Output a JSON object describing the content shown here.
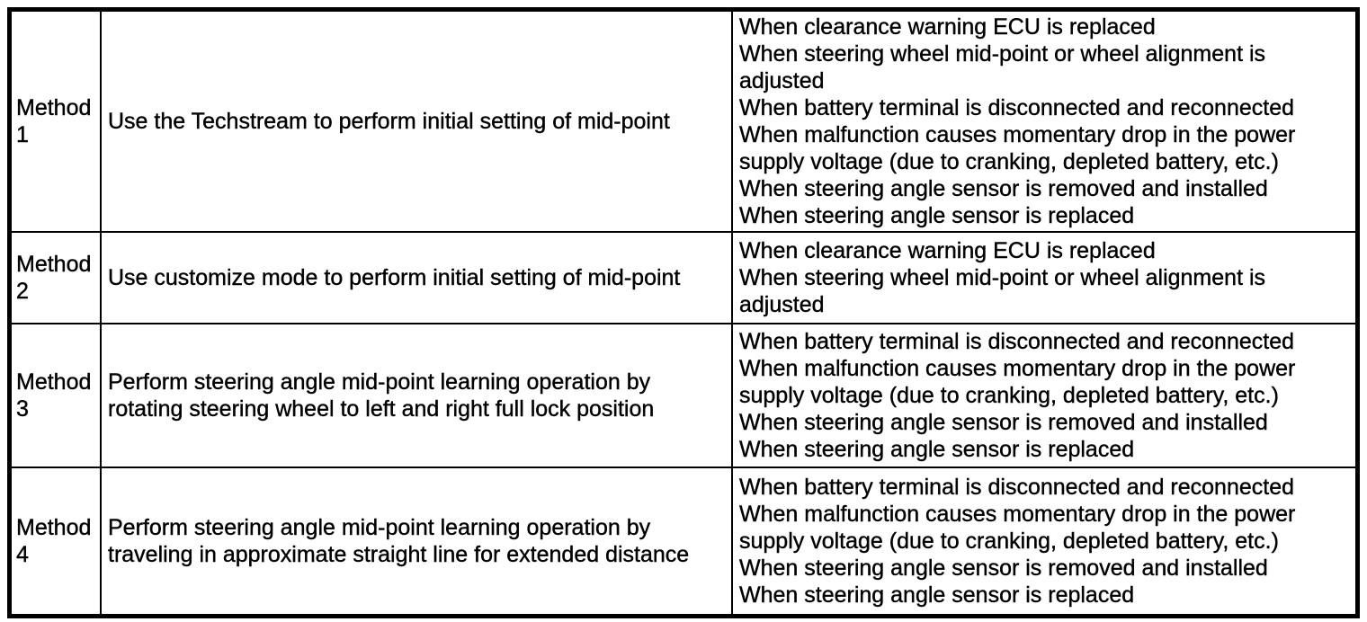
{
  "colors": {
    "border": "#000000",
    "background": "#ffffff",
    "text": "#000000"
  },
  "table": {
    "name": "steering-angle-mid-point-setting-methods",
    "rows": [
      {
        "method": "Method 1",
        "description": "Use the Techstream to perform initial setting of mid-point",
        "conditions": [
          "When clearance warning ECU is replaced",
          "When steering wheel mid-point or wheel alignment is adjusted",
          "When battery terminal is disconnected and reconnected",
          "When malfunction causes momentary drop in the power supply voltage (due to cranking, depleted battery, etc.)",
          "When steering angle sensor is removed and installed",
          "When steering angle sensor is replaced"
        ]
      },
      {
        "method": "Method 2",
        "description": "Use customize mode to perform initial setting of mid-point",
        "conditions": [
          "When clearance warning ECU is replaced",
          "When steering wheel mid-point or wheel alignment is adjusted"
        ]
      },
      {
        "method": "Method 3",
        "description": "Perform steering angle mid-point learning operation by rotating steering wheel to left and right full lock position",
        "conditions": [
          "When battery terminal is disconnected and reconnected",
          "When malfunction causes momentary drop in the power supply voltage (due to cranking, depleted battery, etc.)",
          "When steering angle sensor is removed and installed",
          "When steering angle sensor is replaced"
        ]
      },
      {
        "method": "Method 4",
        "description": "Perform steering angle mid-point learning operation by traveling in approximate straight line for extended distance",
        "conditions": [
          "When battery terminal is disconnected and reconnected",
          "When malfunction causes momentary drop in the power supply voltage (due to cranking, depleted battery, etc.)",
          "When steering angle sensor is removed and installed",
          "When steering angle sensor is replaced"
        ]
      }
    ]
  }
}
